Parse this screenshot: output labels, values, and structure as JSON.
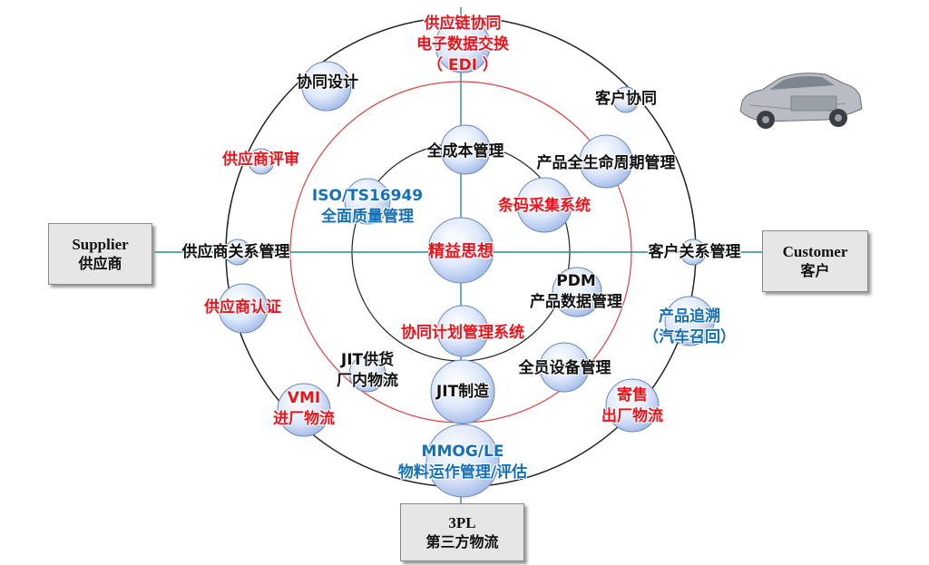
{
  "boxes": {
    "supplier": {
      "en": "Supplier",
      "zh": "供应商"
    },
    "customer": {
      "en": "Customer",
      "zh": "客户"
    },
    "logistics": {
      "en": "3PL",
      "zh": "第三方物流"
    }
  },
  "center": "精益思想",
  "nodes": {
    "edi": [
      "供应链协同",
      "电子数据交换",
      "（ EDI ）"
    ],
    "collab_design": "协同设计",
    "customer_collab": "客户协同",
    "supplier_review": "供应商评审",
    "total_cost": "全成本管理",
    "plm": "产品全生命周期管理",
    "iso": [
      "ISO/TS16949",
      "全面质量管理"
    ],
    "barcode": "条码采集系统",
    "srm": "供应商关系管理",
    "crm": "客户关系管理",
    "pdm": [
      "PDM",
      "产品数据管理"
    ],
    "supplier_cert": "供应商认证",
    "trace": [
      "产品追溯",
      "（汽车召回）"
    ],
    "collab_plan": "协同计划管理系统",
    "jit_supply": [
      "JIT供货",
      "厂内物流"
    ],
    "tpm": "全员设备管理",
    "jit_mfg": "JIT制造",
    "vmi": [
      "VMI",
      "进厂物流"
    ],
    "consign": [
      "寄售",
      "出厂物流"
    ],
    "mmog": [
      "MMOG/LE",
      "物料运作管理/评估"
    ]
  },
  "colors": {
    "red_text": "#e8141c",
    "blue_text": "#1670b8",
    "ring_red": "#e04040",
    "ring_dark": "#222222",
    "axis": "#2a8a9a",
    "bubble_fill": "#d6e4f8",
    "bubble_edge": "#6a86c0"
  },
  "icons": {
    "car": "car-image"
  }
}
